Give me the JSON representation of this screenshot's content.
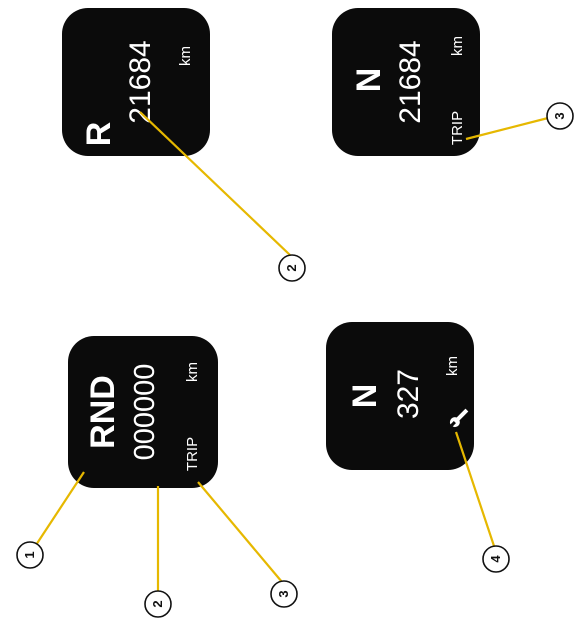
{
  "displays": {
    "top_left": {
      "gear": "R",
      "odometer": "21684",
      "unit": "km"
    },
    "top_right": {
      "gear": "N",
      "odometer": "21684",
      "trip": "TRIP",
      "unit": "km"
    },
    "bottom_left": {
      "gear": "RND",
      "odometer": "000000",
      "trip": "TRIP",
      "unit": "km"
    },
    "bottom_right": {
      "gear": "N",
      "odometer": "327",
      "unit": "km",
      "icon": "wrench-icon"
    }
  },
  "callouts": [
    "1",
    "2",
    "3",
    "2",
    "3",
    "4"
  ],
  "colors": {
    "panel": "#0b0b0b",
    "leader": "#e6b800",
    "text": "#ffffff"
  }
}
